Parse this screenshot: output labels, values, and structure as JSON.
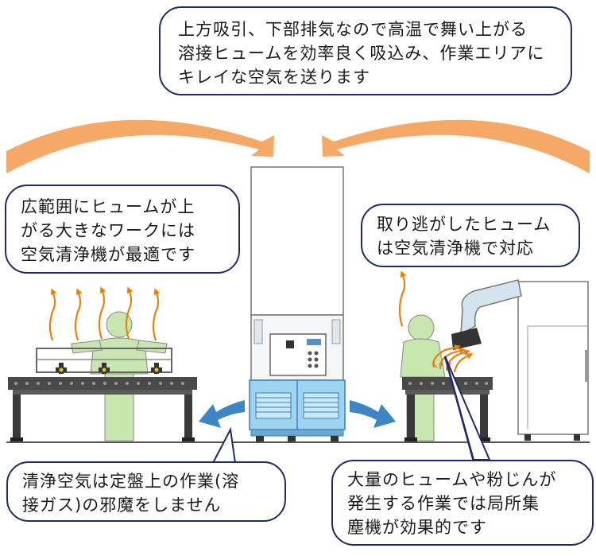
{
  "callouts": {
    "top": [
      "上方吸引、下部排気なので高温で舞い上がる",
      "溶接ヒュームを効率良く吸込み、作業エリアに",
      "キレイな空気を送ります"
    ],
    "left": [
      "広範囲にヒュームが上",
      "がる大きなワークには",
      "空気清浄機が最適です"
    ],
    "right": [
      "取り逃がしたヒューム",
      "は空気清浄機で対応"
    ],
    "bottom_left": [
      "清浄空気は定盤上の作業(溶",
      "接ガス)の邪魔をしません"
    ],
    "bottom_right": [
      "大量のヒュームや粉じんが",
      "発生する作業では局所集",
      "塵機が効果的です"
    ]
  },
  "colors": {
    "outline": "#1f2a66",
    "orange_arrow": "#f4a460",
    "fume_arrow": "#e8820c",
    "blue_arrow": "#3d86c6",
    "worker": "#c8e6b0",
    "purifier_body": "#e8eef3",
    "purifier_base": "#9ed4f2",
    "duct": "#d4e4ef"
  }
}
